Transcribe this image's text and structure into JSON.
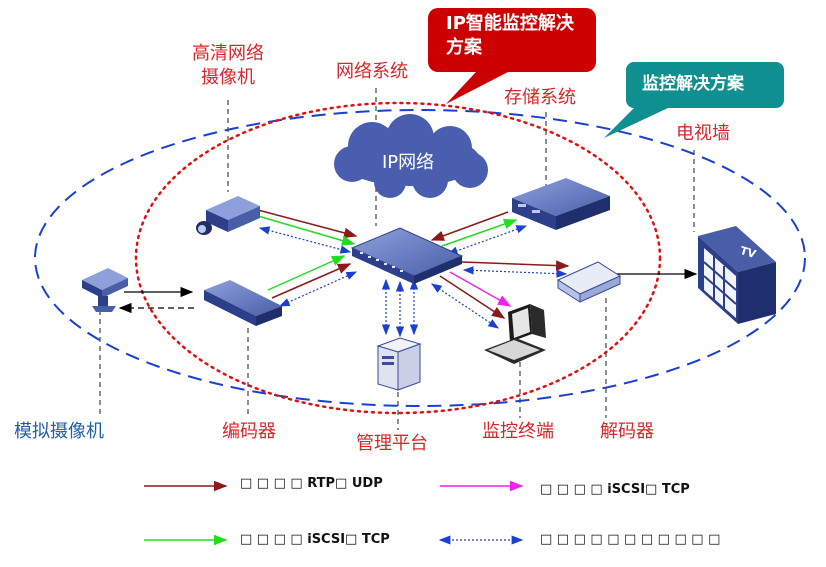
{
  "callouts": {
    "ip_solution": "IP智能监控解决方案",
    "monitor_solution": "监控解决方案"
  },
  "labels": {
    "hd_camera": [
      "高清网络",
      "摄像机"
    ],
    "network_system": "网络系统",
    "storage_system": "存储系统",
    "tv_wall": "电视墙",
    "analog_camera": "模拟摄像机",
    "encoder": "编码器",
    "management_platform": "管理平台",
    "monitor_terminal": "监控终端",
    "decoder": "解码器"
  },
  "cloud_label": "IP网络",
  "tv_badge": "TV",
  "legend": [
    {
      "text": "□ □ □ □ RTP□ UDP",
      "color": "#8b1a1a",
      "style": "solid"
    },
    {
      "text": "□ □ □ □ iSCSI□ TCP",
      "color": "#ee22ee",
      "style": "solid"
    },
    {
      "text": "□ □ □ □ iSCSI□ TCP",
      "color": "#22dd22",
      "style": "solid"
    },
    {
      "text": "□ □ □ □ □ □ □ □ □ □ □",
      "color": "#1a3fd1",
      "style": "dotted"
    }
  ],
  "colors": {
    "label_red": "#d9262b",
    "label_blue": "#1f5ea8",
    "ellipse_blue": "#1a3fd1",
    "ellipse_red": "#e01010",
    "callout_red": "#cc0000",
    "callout_teal": "#0f8f8f",
    "cloud": "#4a5eb0"
  }
}
